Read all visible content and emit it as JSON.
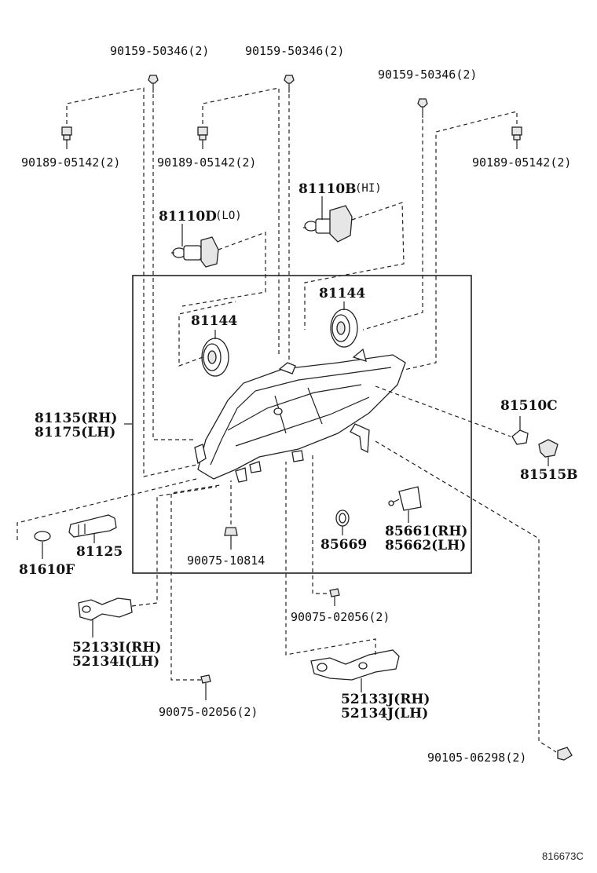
{
  "parts": {
    "screw_a": "90159-50346(2)",
    "screw_b": "90159-50346(2)",
    "screw_c": "90159-50346(2)",
    "nut_a": "90189-05142(2)",
    "nut_b": "90189-05142(2)",
    "nut_c": "90189-05142(2)",
    "bulb_hi": "81110B",
    "bulb_hi_suffix": "(HI)",
    "bulb_lo": "81110D",
    "bulb_lo_suffix": "(LO)",
    "cap_left": "81144",
    "cap_right": "81144",
    "lamp_rh": "81135(RH)",
    "lamp_lh": "81175(LH)",
    "bulb_side": "81510C",
    "socket_side": "81515B",
    "socket": "81125",
    "bulb_small": "81610F",
    "screw_bottom": "90075-10814",
    "oring": "85669",
    "actuator_rh": "85661(RH)",
    "actuator_lh": "85662(LH)",
    "screw_mid": "90075-02056(2)",
    "bracket_i_rh": "52133I(RH)",
    "bracket_i_lh": "52134I(LH)",
    "screw_low": "90075-02056(2)",
    "bracket_j_rh": "52133J(RH)",
    "bracket_j_lh": "52134J(LH)",
    "bolt": "90105-06298(2)",
    "diagram_id": "816673C"
  }
}
